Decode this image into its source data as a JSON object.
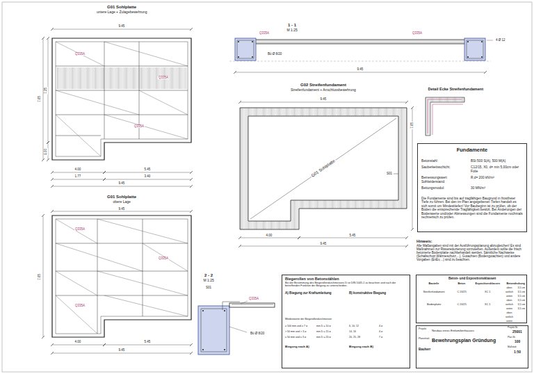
{
  "diagram": {
    "nodes": [
      {
        "text": [
          "Fundamente",
          "Betonstahl:",
          "BSt 500 S(A), 500 M(A)",
          "Sauberkeitsschicht:",
          "C12/15, X0, d= min 5,00cm oder Folie",
          "Bemessungswert Sohlwiderstand:",
          "R,d= 200 kN/m²",
          "Bettungsmodul:",
          "30 MN/m³",
          "Die Fundamente sind bis auf tragfähigen Baugrund in frostfreier Tiefe zu führen. Bei den im Plan angegebenen Tiefen handelt es sich somit um Mindesttiefen! Vor Baubeginn ist zu prüfen, ob der Boden die entsprechende Tragfähigkeit besitzt. Bei Änderungen der Bodenwerte und/oder Abmessungen sind die Fundamente nochmals rechnerisch zu prüfen."
        ]
      },
      {
        "text": [
          "Biegerollen von Betonstählen",
          "Bei der Bestimmung des Biegerollendurchmessers D ist DIN 1045-1 zu beachten und nach der betreffenden Funktion der Biegung zu unterscheiden.",
          "A) Biegung zur Kraftumleitung",
          "B) konstruktive Biegung",
          "Mindestwerte der Biegerollendurchmesser",
          "≥ 100 mm und ≥ 7 ø",
          "min D = 10 ø",
          "> 50 mm und > 3 ø",
          "min D = 15 ø",
          "≤ 50 mm und ≤ 3 ø",
          "min D = 20 ø",
          "6, 10, 12",
          "4 ø",
          "14, 16",
          "4 ø",
          "20, 25, 28",
          "7 ø",
          "Biegung nach A)",
          "Biegung nach B)"
        ]
      },
      {
        "text": [
          "Beton- und Expositionsklassen",
          "Bauteile",
          "Beton",
          "Expositionsklassen",
          "Betondeckung",
          "Streifenfundament",
          "C 20/25",
          "XC 1",
          "oben",
          "3,5 cm",
          "seitlich",
          "3,5 cm",
          "unten",
          "3,5 cm",
          "Bodenplatte",
          "C 20/25",
          "XC 1",
          "oben",
          "3,5 cm",
          "seitlich",
          "3,5 cm",
          "unten",
          "3,5 cm",
          "oben",
          "seitlich",
          "unten"
        ]
      },
      {
        "text": [
          "Projekt",
          "Neubau eines Einfamilienhauses",
          "Planinhalt",
          "Bewehrungsplan Gründung",
          "Bauherr",
          "Projekt-Nr.",
          "25001",
          "Plan-Nr.",
          "100",
          "Maßstab",
          "1:50"
        ]
      }
    ],
    "labels": [
      "G01 Sohlplatte",
      "untere Lage + Zulagebewehrung",
      "9.45",
      "4.00",
      "5.45",
      "1.77",
      "3.40",
      "9.45",
      "7.65",
      "7.25",
      "1.00",
      "Q335A",
      "Q335A",
      "Q335A",
      "G01 Sohlplatte",
      "obere Lage",
      "9.45",
      "Q335A",
      "Q335A",
      "Q335A",
      "4.00",
      "5.45",
      "9.45",
      "7.65",
      "1 - 1",
      "M 1:25",
      "Q335A",
      "Q335A",
      "9.45",
      "4 Ø 12",
      "Bü Ø 8/20",
      "G02 Streifenfundament",
      "Streifenfundament + Anschlussbewehrung",
      "9.45",
      "G01 Sohlplatte",
      "S01",
      "4.00",
      "5.45",
      "9.45",
      "7.65",
      "Detail Ecke Streifenfundament",
      "2 - 2",
      "M 1:25",
      "S01",
      "Q335A",
      "Bü Ø 8/20",
      "Hinweis:",
      "Alle Maßangaben sind mit der Ausführungsplanung abzugleichen! Es sind Maßnahmen zur Rissereduzierung vorzusehen. Außerdem sollte die frisch betonierte Bodenplatte nachbehandelt werden. Sämtliche Nachweise (Schallschutz,Wärmeschutz,...), Gutachten (Bodengutachten) und andere Vorgaben (EnEv,...) sind zu beachten."
    ]
  }
}
